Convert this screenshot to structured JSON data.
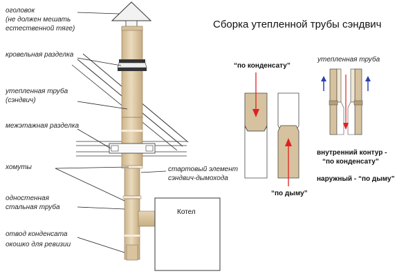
{
  "title": "Сборка утепленной трубы сэндвич",
  "labels": {
    "cap_line1": "оголовок",
    "cap_line2": "(не должен мешать",
    "cap_line3": "естественной тяге)",
    "roof_pass": "кровельная разделка",
    "insulated_line1": "утепленная труба",
    "insulated_line2": "(сэндвич)",
    "floor_pass": "межэтажная разделка",
    "clamps": "хомуты",
    "single_line1": "одностенная",
    "single_line2": "стальная труба",
    "drain_line1": "отвод конденсата",
    "drain_line2": "окошко для ревизии",
    "start_line1": "стартовый элемент",
    "start_line2": "сэндвич-дымохода",
    "boiler": "Котел"
  },
  "detail": {
    "condensate_top": "“по конденсату”",
    "smoke_bottom": "“по дыму”",
    "insulated_pipe": "утепленная труба",
    "inner_line1": "внутренний контур -",
    "inner_line2": "“по конденсату”",
    "outer": "наружный - “по дыму”"
  },
  "colors": {
    "pipe": "#e2ceab",
    "pipe_shade": "#cdb48c",
    "arrow_red": "#e02020",
    "arrow_blue": "#2c3fb0",
    "line": "#333333"
  }
}
